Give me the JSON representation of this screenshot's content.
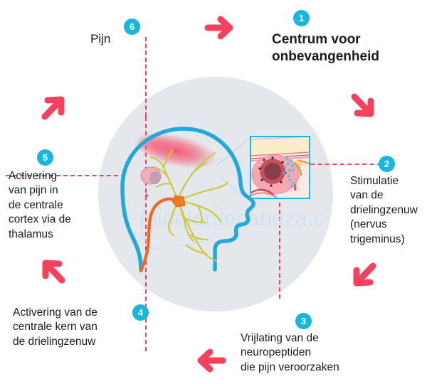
{
  "diagram": {
    "title_step": {
      "number": "1",
      "lines": [
        "Centrum voor",
        "onbevangenheid"
      ]
    },
    "pain_label": "Pijn",
    "watermark": "midolordecabeza.c",
    "colors": {
      "badge": "#17b6dd",
      "arrow": "#f5405e",
      "dashed_line": "#f5405e",
      "head_outline": "#23a8dc",
      "nerve": "#c9c93a",
      "trigeminal": "#ef6820",
      "pain_glow": "#f4526e",
      "disc_background": "#e4e7ec",
      "inset_border": "#18b9e0",
      "text": "#1b1b1b"
    },
    "steps": [
      {
        "number": "1",
        "name": "centrum-voor-onbevangenheid",
        "lines": [
          "Centrum voor",
          "onbevangenheid"
        ]
      },
      {
        "number": "2",
        "name": "stimulatie-drielingzenuw",
        "lines": [
          "Stimulatie",
          "van de",
          "drielingzenuw",
          "(nervus",
          "trigeminus)"
        ]
      },
      {
        "number": "3",
        "name": "vrijlating-neuropeptiden",
        "lines": [
          "Vrijlating van de",
          "neuropeptiden",
          "die pijn veroorzaken"
        ]
      },
      {
        "number": "4",
        "name": "activering-centrale-kern",
        "lines": [
          "Activering van de",
          "centrale kern van",
          "de drielingzenuw"
        ]
      },
      {
        "number": "5",
        "name": "activering-pijn-cortex",
        "lines": [
          "Activering",
          "van pijn in",
          "de centrale",
          "cortex via de",
          "thalamus"
        ]
      },
      {
        "number": "6",
        "name": "pijn",
        "lines": [
          "Pijn"
        ]
      }
    ],
    "arrows": [
      {
        "name": "arrow-top-right",
        "direction": "right"
      },
      {
        "name": "arrow-right-down",
        "direction": "down-right"
      },
      {
        "name": "arrow-right-bottom",
        "direction": "down-left"
      },
      {
        "name": "arrow-bottom-left",
        "direction": "left"
      },
      {
        "name": "arrow-left-bottom",
        "direction": "up-left"
      },
      {
        "name": "arrow-left-top",
        "direction": "up-right"
      }
    ]
  }
}
